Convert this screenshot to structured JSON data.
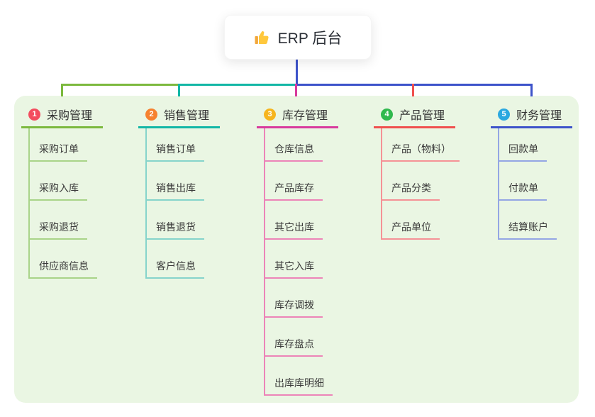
{
  "root": {
    "label": "ERP 后台",
    "icon": "thumbs-up-icon"
  },
  "canvas": {
    "background": "#ffffff",
    "panel_background": "#EAF6E3",
    "root_line_color": "#3D53CA"
  },
  "connectors": {
    "bus_segments": [
      {
        "name": "left",
        "color": "#7CB93E"
      },
      {
        "name": "center",
        "color": "#12B7A6"
      },
      {
        "name": "right",
        "color": "#3D53CA"
      }
    ]
  },
  "branches": [
    {
      "label": "采购管理",
      "badge": "1",
      "badge_color": "#F34D5F",
      "line_color": "#7CB93E",
      "child_line_color": "#A9D489",
      "children": [
        "采购订单",
        "采购入库",
        "采购退货",
        "供应商信息"
      ]
    },
    {
      "label": "销售管理",
      "badge": "2",
      "badge_color": "#F6812F",
      "line_color": "#12B7A6",
      "child_line_color": "#86D4CB",
      "children": [
        "销售订单",
        "销售出库",
        "销售退货",
        "客户信息"
      ]
    },
    {
      "label": "库存管理",
      "badge": "3",
      "badge_color": "#F6B51E",
      "line_color": "#D83A9D",
      "child_line_color": "#EC84B8",
      "children": [
        "仓库信息",
        "产品库存",
        "其它出库",
        "其它入库",
        "库存调拨",
        "库存盘点",
        "出库库明细"
      ]
    },
    {
      "label": "产品管理",
      "badge": "4",
      "badge_color": "#30B94E",
      "line_color": "#F0504E",
      "child_line_color": "#F59296",
      "children": [
        "产品（物料）",
        "产品分类",
        "产品单位"
      ]
    },
    {
      "label": "财务管理",
      "badge": "5",
      "badge_color": "#2BA8E0",
      "line_color": "#3D53CA",
      "child_line_color": "#94A6E4",
      "children": [
        "回款单",
        "付款单",
        "结算账户"
      ]
    }
  ]
}
